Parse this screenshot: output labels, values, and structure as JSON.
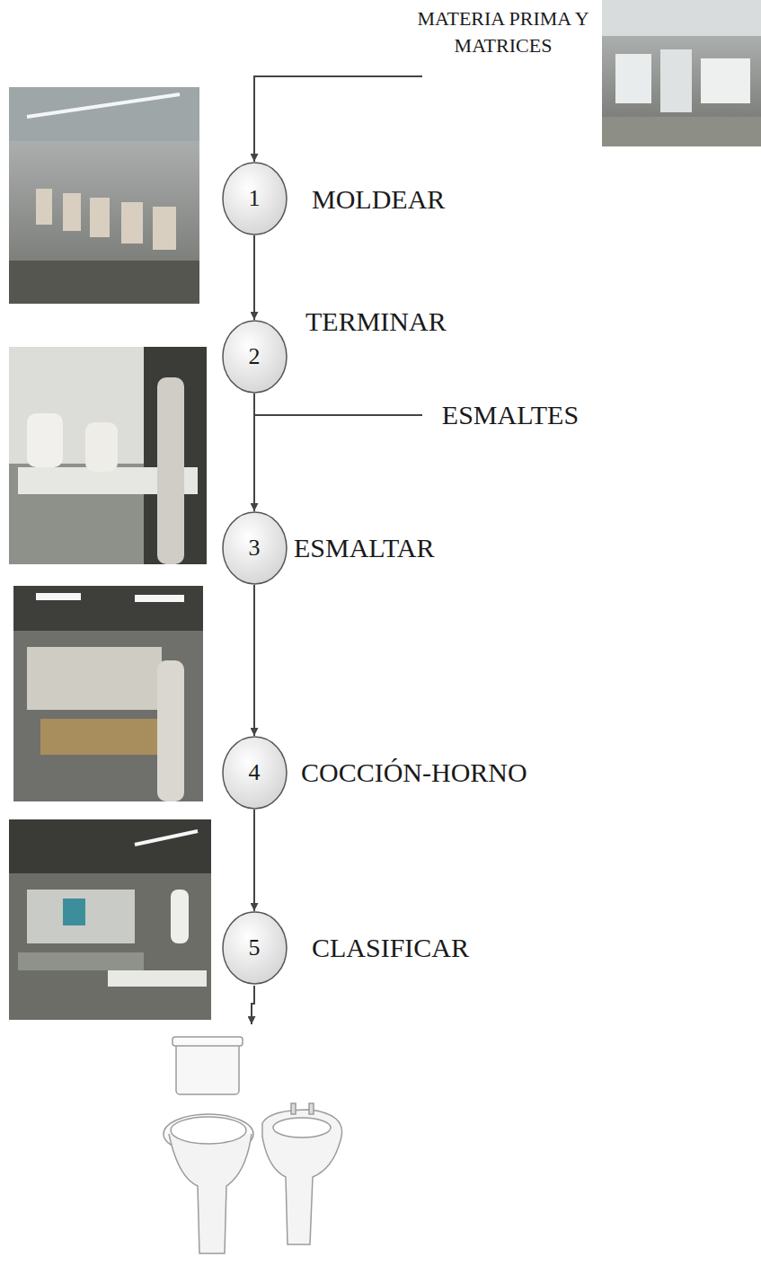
{
  "diagram": {
    "nodes": [
      {
        "text": [
          "1",
          "MOLDEAR"
        ]
      },
      {
        "text": [
          "2",
          "TERMINAR"
        ]
      },
      {
        "text": [
          "3",
          "ESMALTAR"
        ]
      },
      {
        "text": [
          "4",
          "COCCIÓN-HORNO"
        ]
      },
      {
        "text": [
          "5",
          "CLASIFICAR"
        ]
      }
    ],
    "edges": [
      {
        "from": 0,
        "to": 1,
        "arrow": "to"
      },
      {
        "from": 1,
        "to": 2,
        "arrow": "to"
      },
      {
        "from": 2,
        "to": 3,
        "arrow": "to"
      },
      {
        "from": 3,
        "to": 4,
        "arrow": "to"
      }
    ],
    "labels": [
      "MATERIA PRIMA Y MATRICES",
      "ESMALTES"
    ]
  }
}
